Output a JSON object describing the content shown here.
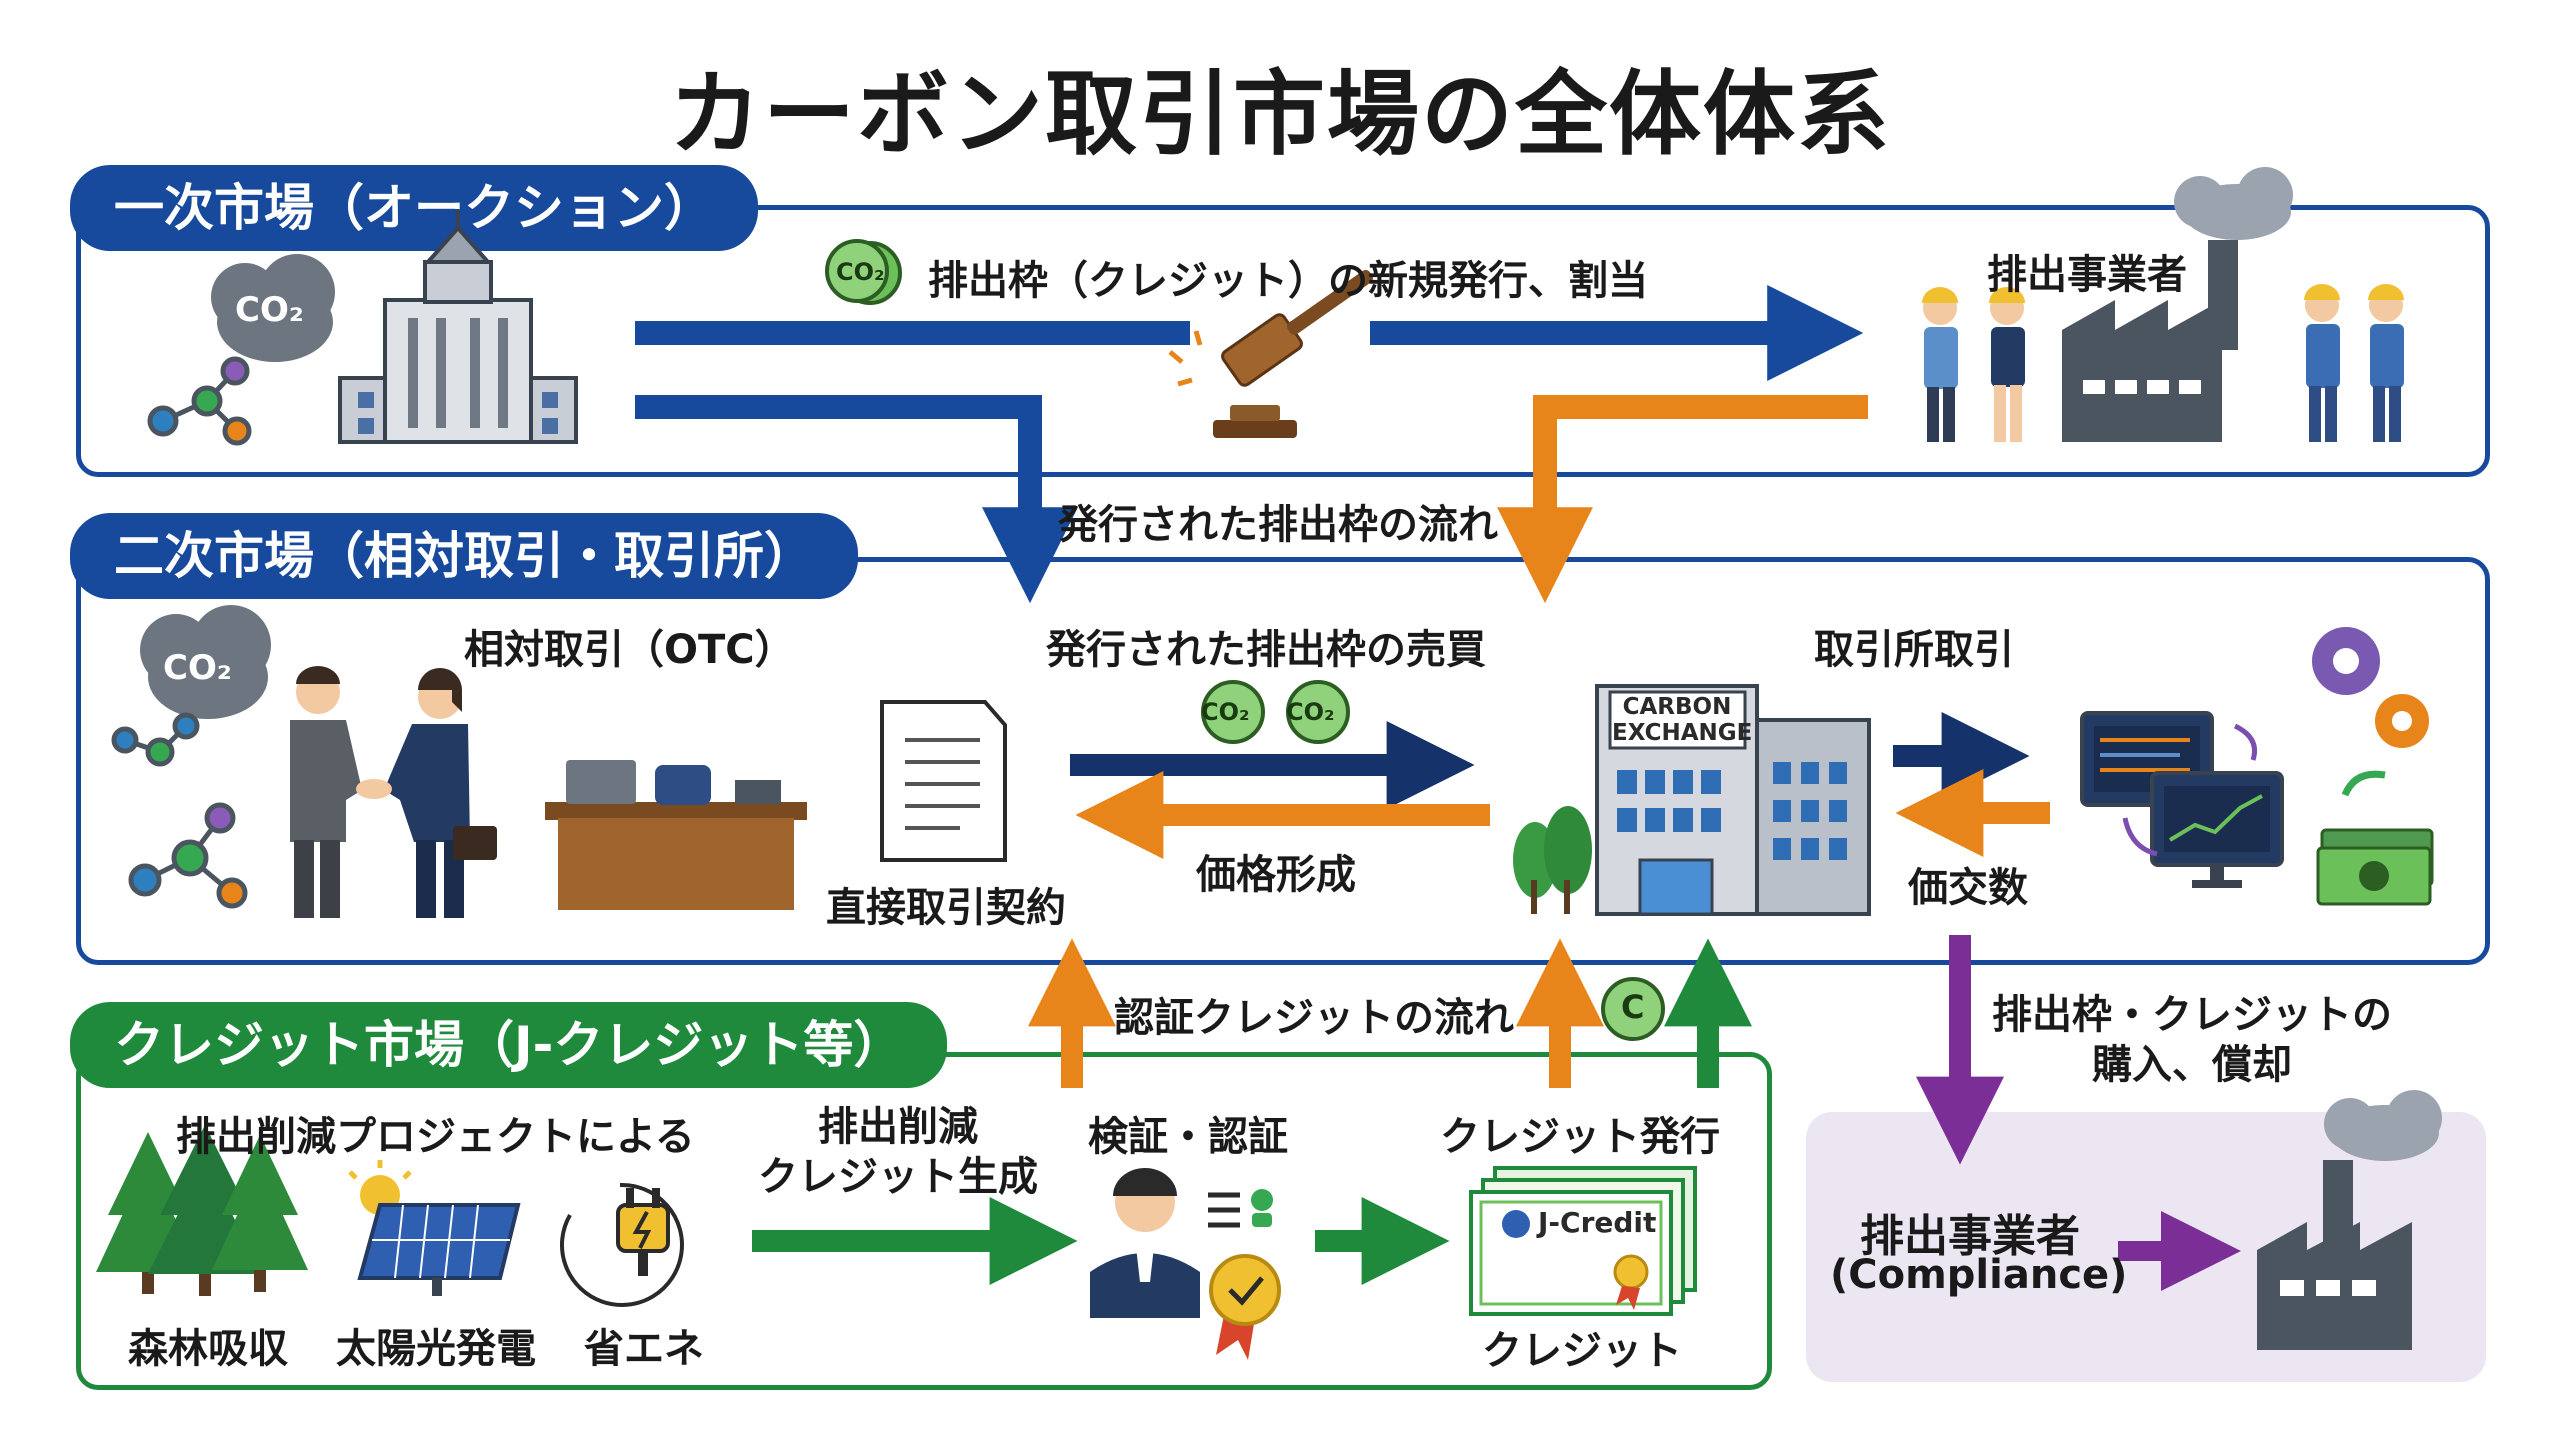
{
  "title": "カーボン取引市場の全体体系",
  "colors": {
    "primary": "#174a9c",
    "navy": "#15326b",
    "orange": "#e8851a",
    "green": "#1f8a3c",
    "purple": "#7b2f96",
    "lavender": "#ece6f3"
  },
  "primary": {
    "tab": "一次市場（オークション）",
    "flow_label": "排出枠（クレジット）の新規発行、割当",
    "co2_badge": "CO₂",
    "cloud_label": "CO₂",
    "emitter_label": "排出事業者",
    "icons": [
      "co2-cloud-icon",
      "government-building-icon",
      "gavel-icon",
      "workers-icon",
      "factory-icon"
    ]
  },
  "issued_flow_label": "発行された排出枠の流れ",
  "secondary": {
    "tab": "二次市場（相対取引・取引所）",
    "otc_label": "相対取引（OTC）",
    "contract_label": "直接取引契約",
    "trade_label": "発行された排出枠の売買",
    "co2_badge": "CO₂",
    "cloud_label": "CO₂",
    "price_label": "価格形成",
    "exchange_sign": [
      "CARBON",
      "EXCHANGE"
    ],
    "exchange_label": "取引所取引",
    "price_volume_label": "価交数",
    "icons": [
      "handshake-icon",
      "desk-icon",
      "contract-icon",
      "exchange-building-icon",
      "trading-monitor-icon",
      "gear-icon",
      "cash-icon"
    ]
  },
  "cert_flow_label": "認証クレジットの流れ",
  "credit_coin": "C",
  "compliance": {
    "purchase_label": "排出枠・クレジットの\n購入、償却",
    "emitter_label": "排出事業者",
    "emitter_sub": "(Compliance)"
  },
  "credit": {
    "tab": "クレジット市場（J-クレジット等）",
    "project_label": "排出削減プロジェクトによる",
    "projects": [
      "森林吸収",
      "太陽光発電",
      "省エネ"
    ],
    "generate_label": "排出削減\nクレジット生成",
    "verify_label": "検証・認証",
    "issue_label": "クレジット発行",
    "cert_text": "J-Credit",
    "credit_label": "クレジット"
  }
}
